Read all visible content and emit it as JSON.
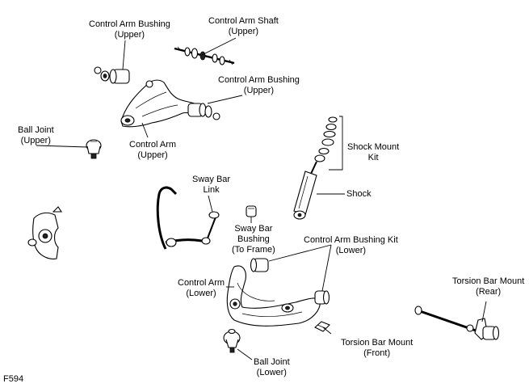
{
  "figure_code": "F594",
  "labels": {
    "cab_upper_left": [
      "Control Arm Bushing",
      "(Upper)"
    ],
    "shaft_upper": [
      "Control Arm Shaft",
      "(Upper)"
    ],
    "cab_upper_right": [
      "Control Arm Bushing",
      "(Upper)"
    ],
    "ball_joint_upper": [
      "Ball Joint",
      "(Upper)"
    ],
    "control_arm_upper": [
      "Control Arm",
      "(Upper)"
    ],
    "shock_mount_kit": [
      "Shock Mount",
      "Kit"
    ],
    "shock": [
      "Shock"
    ],
    "sway_bar_link": [
      "Sway Bar",
      "Link"
    ],
    "sway_bar_bushing": [
      "Sway Bar",
      "Bushing",
      "(To Frame)"
    ],
    "cab_kit_lower": [
      "Control Arm Bushing Kit",
      "(Lower)"
    ],
    "control_arm_lower": [
      "Control Arm",
      "(Lower)"
    ],
    "torsion_mount_rear": [
      "Torsion Bar Mount",
      "(Rear)"
    ],
    "torsion_mount_front": [
      "Torsion Bar Mount",
      "(Front)"
    ],
    "ball_joint_lower": [
      "Ball Joint",
      "(Lower)"
    ]
  }
}
